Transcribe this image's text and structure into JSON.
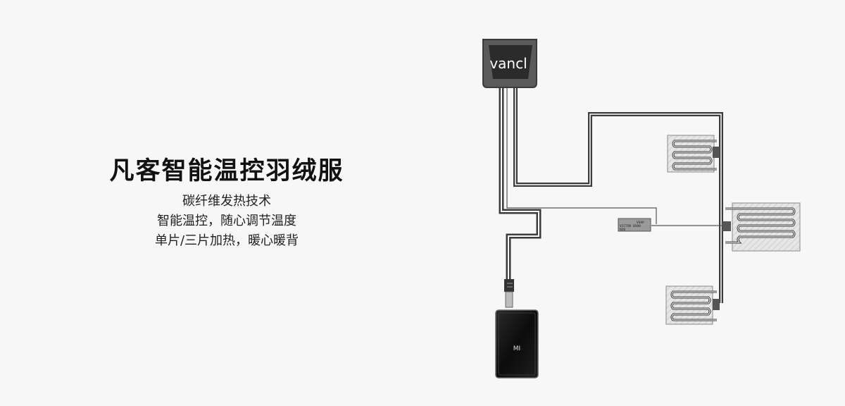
{
  "headline": "凡客智能温控羽绒服",
  "features": [
    "碳纤维发热技术",
    "智能温控，随心调节温度",
    "单片/三片加热，暖心暖背"
  ],
  "controller": {
    "brand": "vancl"
  },
  "power_bank": {
    "brand": "MI"
  },
  "sensor": {
    "line1": "VSAP",
    "line2": "VICTOR 0508",
    "line3": "N20"
  },
  "colors": {
    "cable": "#404040",
    "wire_white": "#ffffff",
    "pad_fill": "#e8e8e8"
  }
}
